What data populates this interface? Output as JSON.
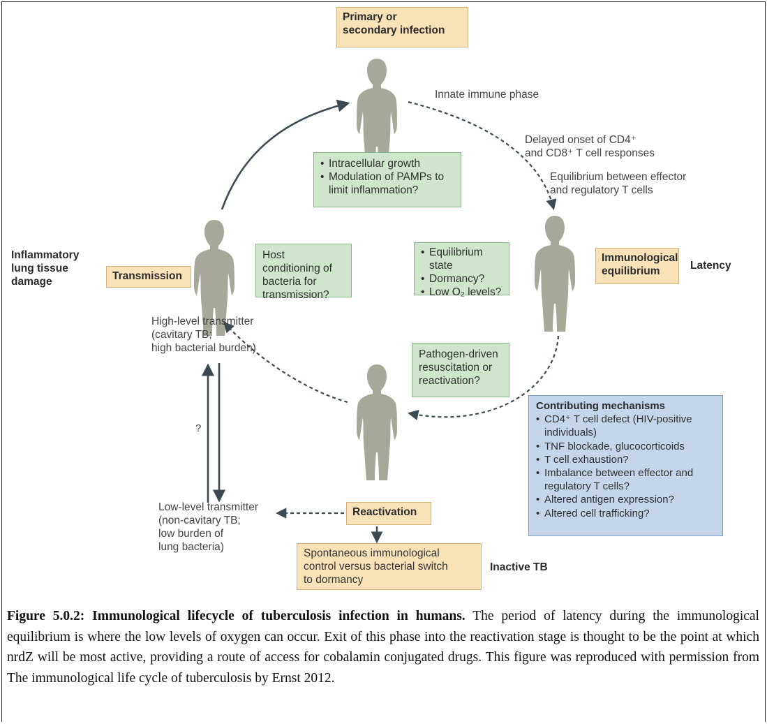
{
  "diagram": {
    "stages": {
      "primary": "Primary or\nsecondary infection",
      "transmission": "Transmission",
      "immunological": "Immunological\nequilibrium",
      "reactivation": "Reactivation",
      "spontaneous": "Spontaneous immunological\ncontrol versus bacterial switch\nto dormancy"
    },
    "side_labels": {
      "inflammatory": "Inflammatory\nlung tissue\ndamage",
      "latency": "Latency",
      "inactive": "Inactive TB"
    },
    "annotations": {
      "innate": "Innate immune phase",
      "delayed": "Delayed onset of CD4⁺\nand CD8⁺ T cell responses",
      "equilibrium_tcells": "Equilibrium between effector\nand regulatory T cells",
      "high_level": "High-level transmitter\n(cavitary TB;\nhigh bacterial burden)",
      "low_level": "Low-level transmitter\n(non-cavitary TB;\nlow burden of\nlung bacteria)",
      "question": "?"
    },
    "green_boxes": {
      "growth": [
        "Intracellular growth",
        "Modulation of PAMPs to limit inflammation?"
      ],
      "host": "Host conditioning of bacteria for transmission?",
      "equilibrium": [
        "Equilibrium state",
        "Dormancy?",
        "Low O₂ levels?"
      ],
      "pathogen": "Pathogen-driven resuscitation or reactivation?"
    },
    "mechanisms": {
      "title": "Contributing mechanisms",
      "items": [
        "CD4⁺ T cell defect (HIV-positive individuals)",
        "TNF blockade, glucocorticoids",
        "T cell exhaustion?",
        "Imbalance between effector and regulatory T cells?",
        "Altered antigen expression?",
        "Altered cell trafficking?"
      ]
    },
    "colors": {
      "tan_box": "#f9e2b8",
      "green_box": "#cfe6cc",
      "blue_box": "#c4d5ec",
      "figure": "#a8a89a",
      "arrow": "#3d4a52"
    }
  },
  "caption": {
    "lead": "Figure 5.0.2: Immunological lifecycle of tuberculosis infection in humans.",
    "body": " The period of latency during the immunological equilibrium is where the low levels of oxygen can occur. Exit of this phase into the reactivation stage is thought to be the point at which nrdZ will be most active, providing a route of access for cobalamin conjugated drugs. This figure was reproduced with permission from The immunological life cycle of tuberculosis by Ernst 2012."
  }
}
